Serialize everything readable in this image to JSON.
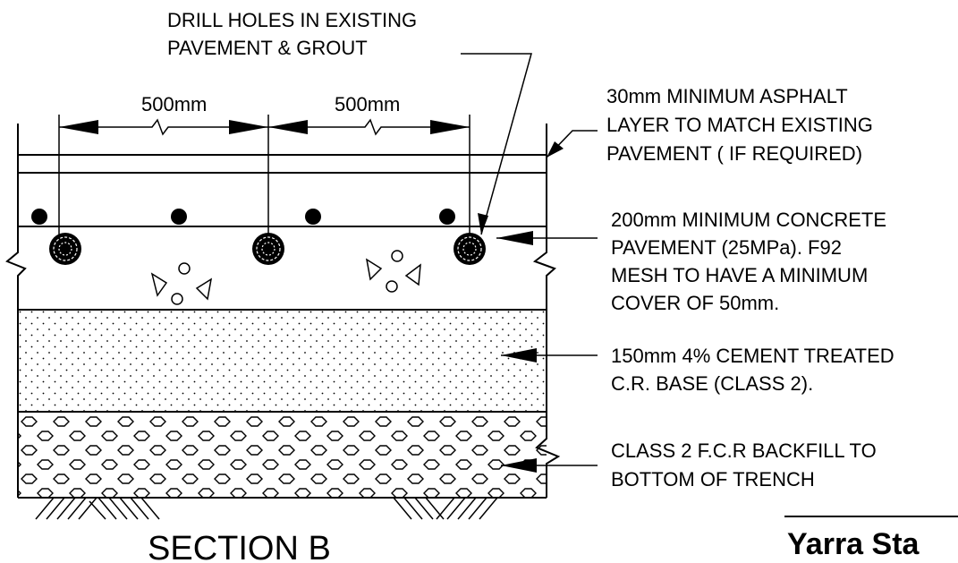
{
  "title": "SECTION B",
  "brand": "Yarra Sta",
  "dimensions": [
    "500mm",
    "500mm"
  ],
  "labels": {
    "drill": [
      "DRILL HOLES IN EXISTING",
      "PAVEMENT & GROUT"
    ],
    "asphalt": [
      "30mm MINIMUM ASPHALT",
      "LAYER TO MATCH EXISTING",
      "PAVEMENT ( IF REQUIRED)"
    ],
    "concrete": [
      "200mm MINIMUM CONCRETE",
      "PAVEMENT (25MPa). F92",
      "MESH TO HAVE A MINIMUM",
      "COVER OF 50mm."
    ],
    "base": [
      "150mm 4% CEMENT TREATED",
      "C.R. BASE (CLASS 2)."
    ],
    "backfill": [
      "CLASS 2 F.C.R BACKFILL TO",
      "BOTTOM OF TRENCH"
    ]
  }
}
